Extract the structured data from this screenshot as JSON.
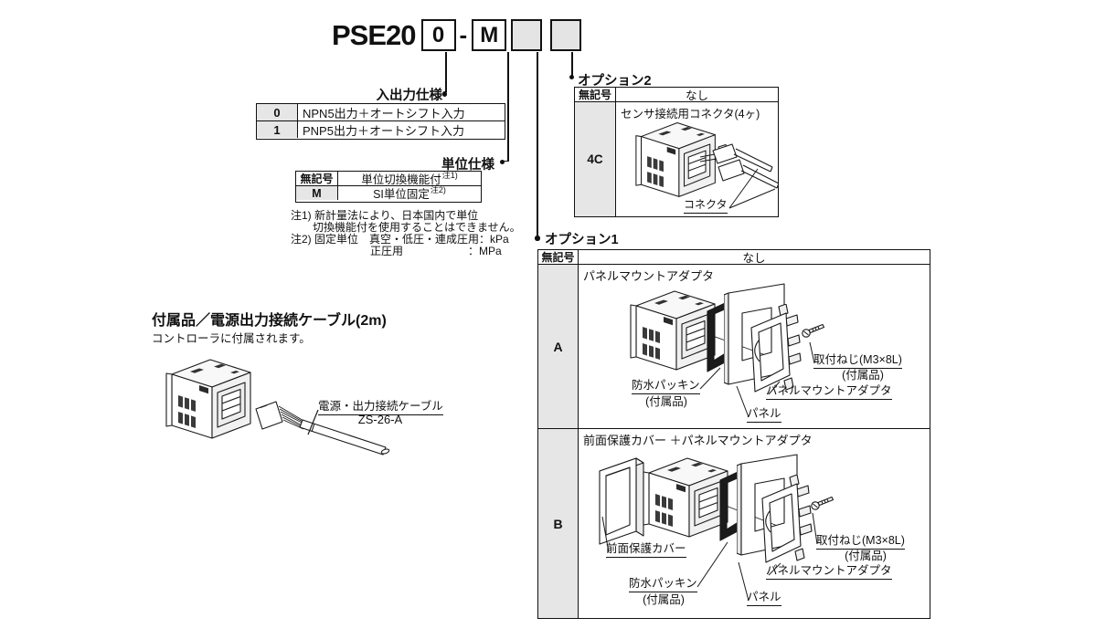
{
  "part_number": {
    "prefix": "PSE20",
    "io_code": "0",
    "dash": "-",
    "unit_code": "M"
  },
  "io_spec": {
    "label": "入出力仕様",
    "rows": [
      {
        "code": "0",
        "desc": "NPN5出力＋オートシフト入力"
      },
      {
        "code": "1",
        "desc": "PNP5出力＋オートシフト入力"
      }
    ]
  },
  "unit_spec": {
    "label": "単位仕様",
    "rows": [
      {
        "code": "無記号",
        "desc": "単位切換機能付",
        "note_ref": "注1)"
      },
      {
        "code": "M",
        "desc": "SI単位固定",
        "note_ref": "注2)"
      }
    ]
  },
  "notes": {
    "line1": "注1) 新計量法により、日本国内で単位",
    "line2": "切換機能付を使用することはできません。",
    "line3": "注2) 固定単位　真空・低圧・連成圧用：kPa",
    "line4_item": "正圧用",
    "line4_value": "：MPa"
  },
  "accessory": {
    "title": "付属品／電源出力接続ケーブル(2m)",
    "subtitle": "コントローラに付属されます。",
    "cable_label": "電源・出力接続ケーブル",
    "cable_part": "ZS-26-A"
  },
  "option2": {
    "label": "オプション2",
    "blank_code": "無記号",
    "blank_desc": "なし",
    "rows": [
      {
        "code": "4C",
        "caption": "センサ接続用コネクタ(4ヶ)",
        "connector_label": "コネクタ"
      }
    ]
  },
  "option1": {
    "label": "オプション1",
    "blank_code": "無記号",
    "blank_desc": "なし",
    "rows": [
      {
        "code": "A",
        "caption": "パネルマウントアダプタ",
        "labels": {
          "packing": "防水パッキン",
          "packing_sub": "(付属品)",
          "panel": "パネル",
          "adapter": "パネルマウントアダプタ",
          "screw": "取付ねじ(M3×8L)",
          "screw_sub": "(付属品)"
        }
      },
      {
        "code": "B",
        "caption": "前面保護カバー ＋パネルマウントアダプタ",
        "labels": {
          "cover": "前面保護カバー",
          "packing": "防水パッキン",
          "packing_sub": "(付属品)",
          "panel": "パネル",
          "adapter": "パネルマウントアダプタ",
          "screw": "取付ねじ(M3×8L)",
          "screw_sub": "(付属品)"
        }
      }
    ]
  }
}
